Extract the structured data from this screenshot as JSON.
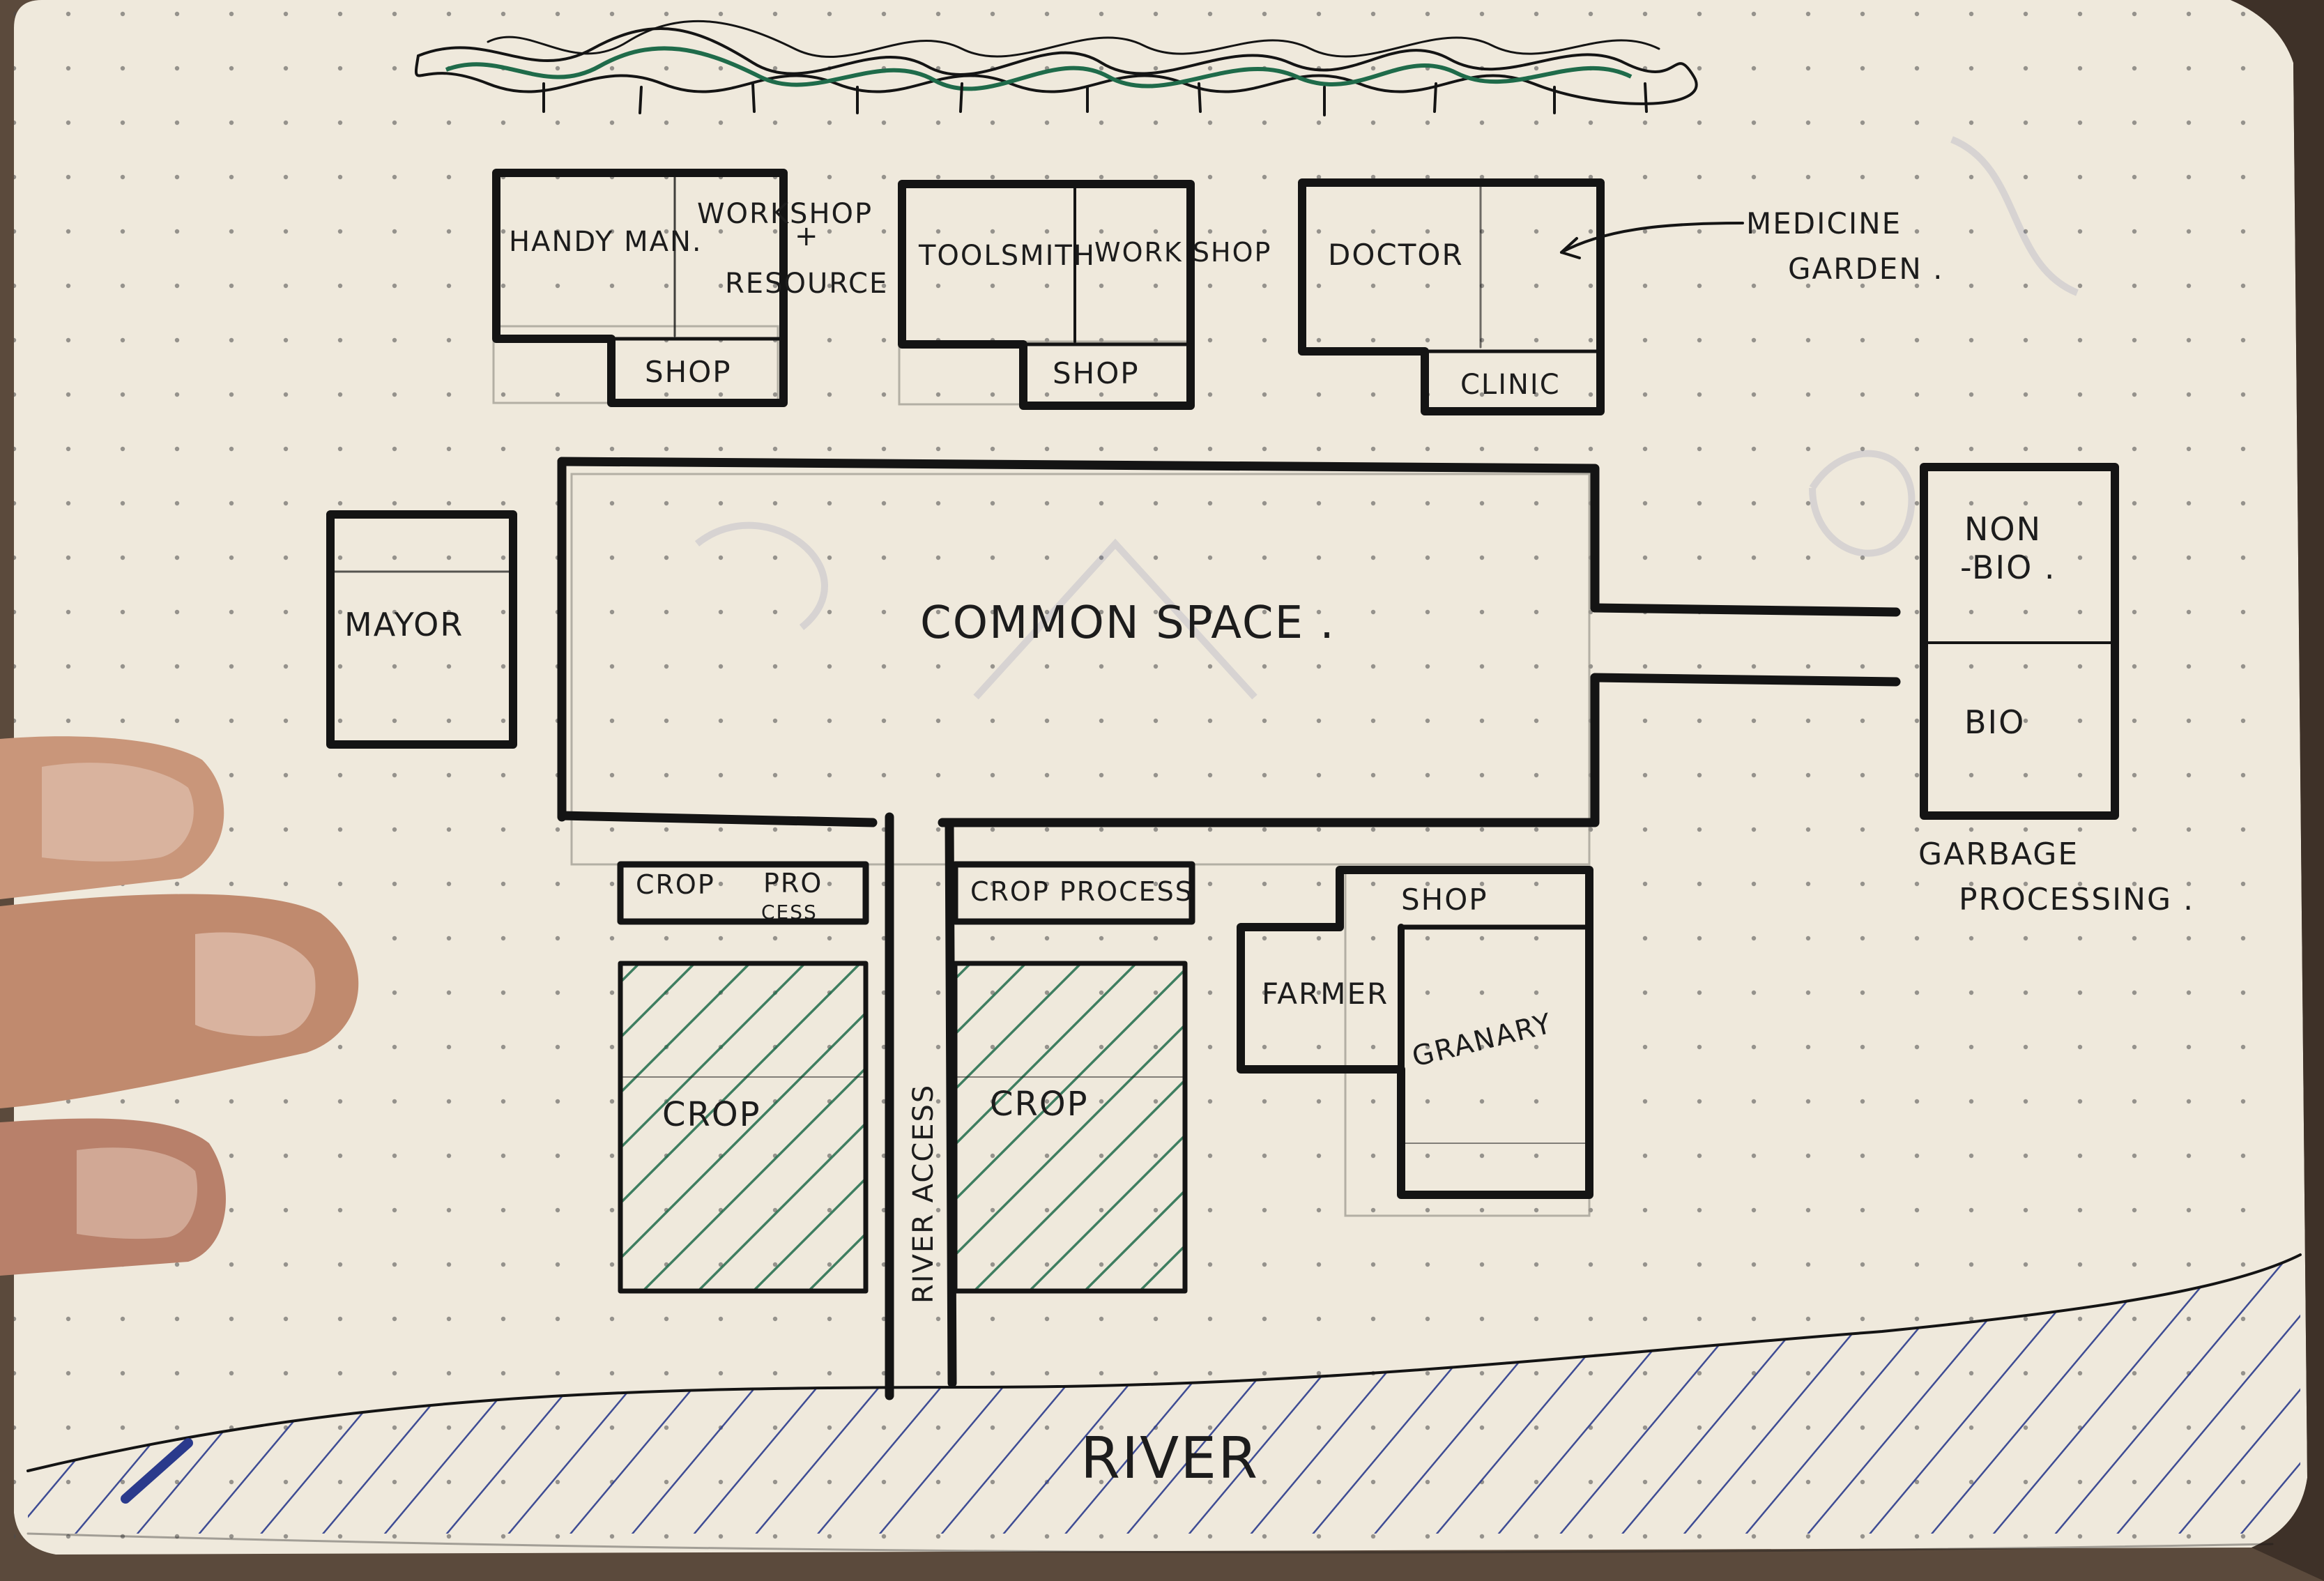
{
  "buildings": {
    "handyman": "HANDY MAN.",
    "workshop_resource": [
      "WORKSHOP",
      "+",
      "RESOURCE"
    ],
    "shop_1": "SHOP",
    "toolsmith": "TOOLSMITH",
    "workshop_2": "WORK SHOP",
    "shop_2": "SHOP",
    "doctor": "DOCTOR",
    "medicine_garden": [
      "MEDICINE",
      "GARDEN ."
    ],
    "clinic": "CLINIC",
    "mayor": "MAYOR",
    "common_space": "COMMON SPACE .",
    "non_bio": [
      "NON",
      "-BIO ."
    ],
    "bio": "BIO",
    "garbage_processing": [
      "GARBAGE",
      "PROCESSING ."
    ],
    "crop_process_left": [
      "CROP",
      "PRO",
      "CESS"
    ],
    "crop_process_right": "CROP PROCESS",
    "crop_left": "CROP",
    "crop_right": "CROP",
    "river_access": "RIVER ACCESS",
    "shop_3": "SHOP",
    "farmer": "FARMER",
    "granary": "GRANARY",
    "river": "RIVER"
  },
  "colors": {
    "paper": "#efe9dc",
    "ink": "#141414",
    "crop_hatch": "#1f6b4a",
    "river_hatch": "#2a3a8c",
    "skin": "#c9967a"
  }
}
